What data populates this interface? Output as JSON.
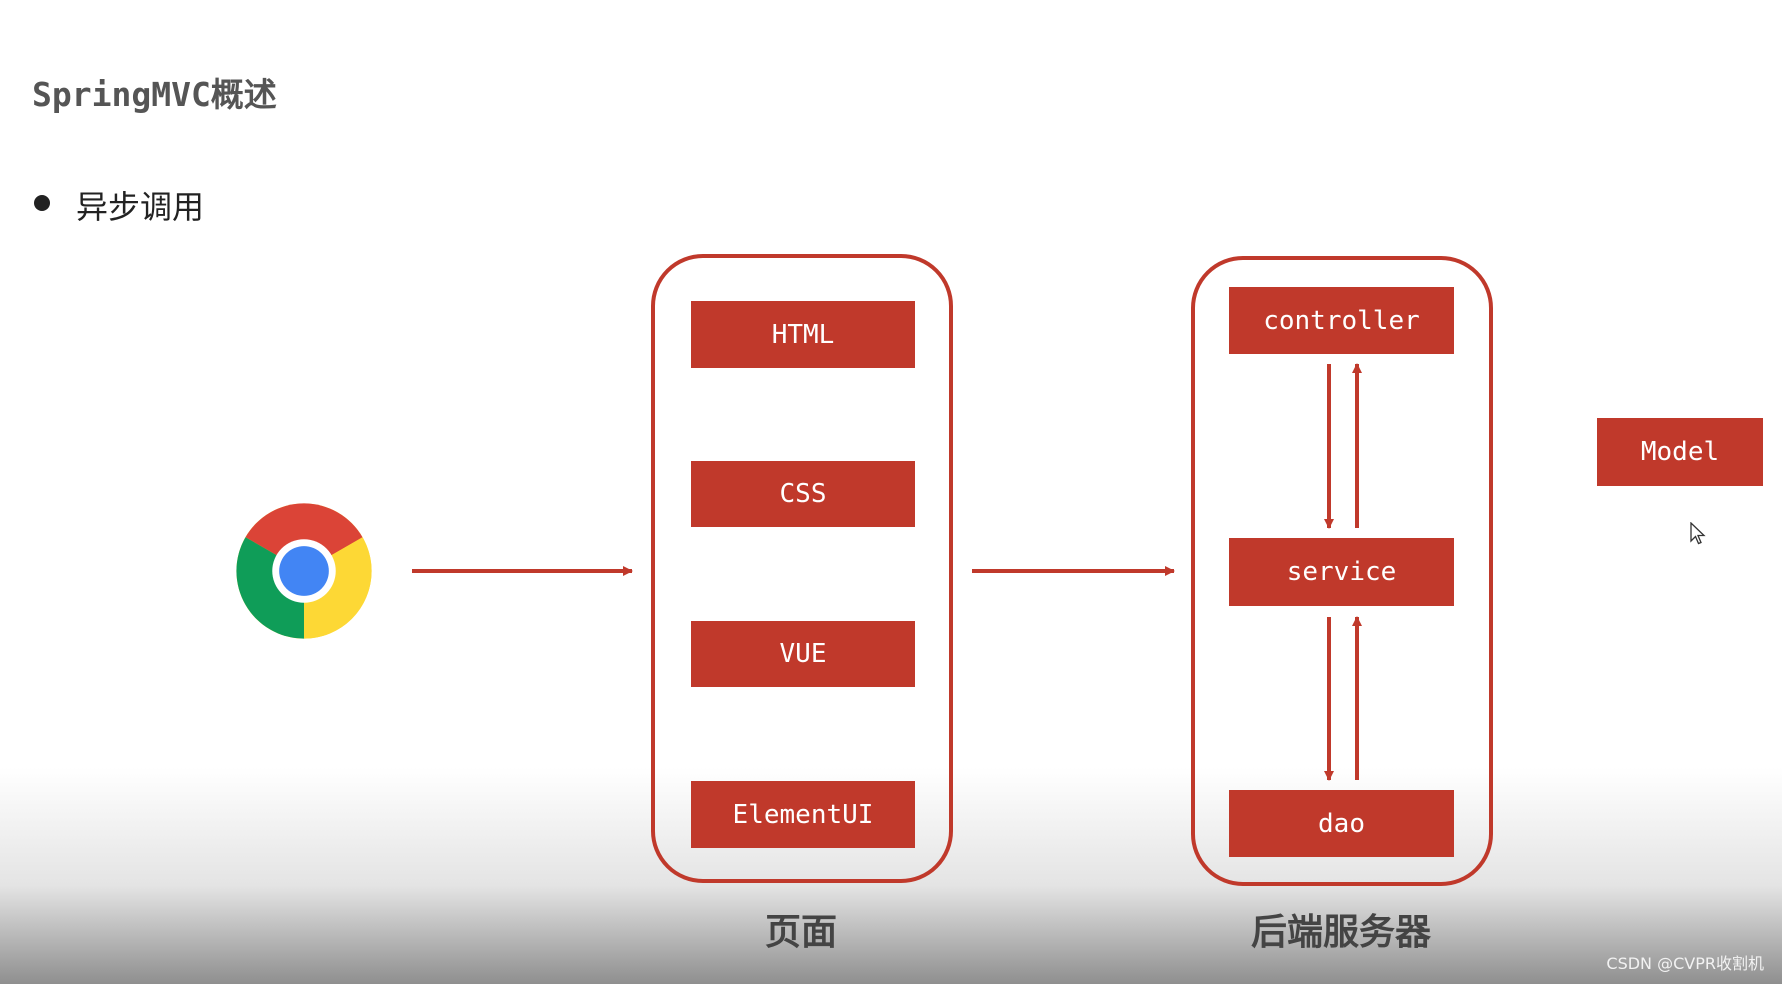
{
  "slide": {
    "title": "SpringMVC概述",
    "bullet": "异步调用"
  },
  "diagram": {
    "frontend": {
      "label": "页面",
      "items": [
        "HTML",
        "CSS",
        "VUE",
        "ElementUI"
      ]
    },
    "backend": {
      "label": "后端服务器",
      "controller": "controller",
      "service": "service",
      "dao": "dao"
    },
    "model": "Model"
  },
  "icons": {
    "browser": "chrome-icon",
    "cursor": "mouse-pointer-icon"
  },
  "colors": {
    "accent": "#c0392b"
  },
  "watermark": "CSDN @CVPR收割机"
}
